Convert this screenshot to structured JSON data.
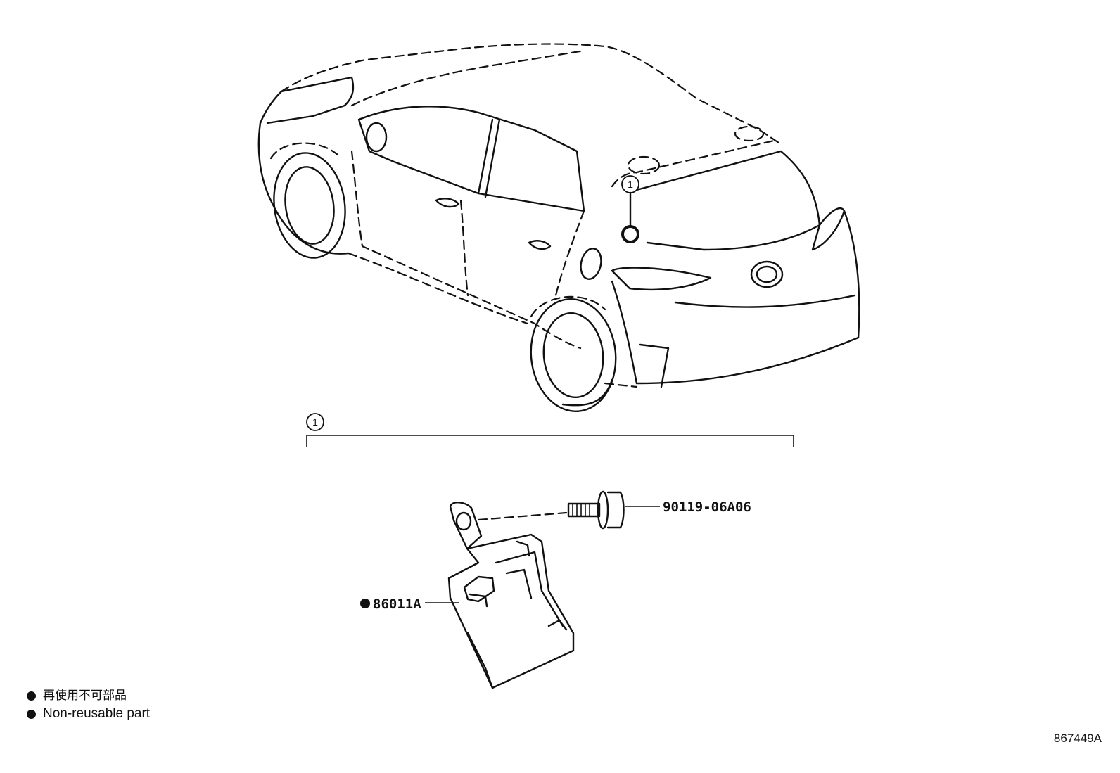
{
  "diagram": {
    "callout_number": "1",
    "parts": {
      "bolt_part_number": "90119-06A06",
      "module_part_number": "86011A"
    },
    "legend": {
      "japanese": "再使用不可部品",
      "english": "Non-reusable part"
    },
    "figure_id": "867449A"
  }
}
